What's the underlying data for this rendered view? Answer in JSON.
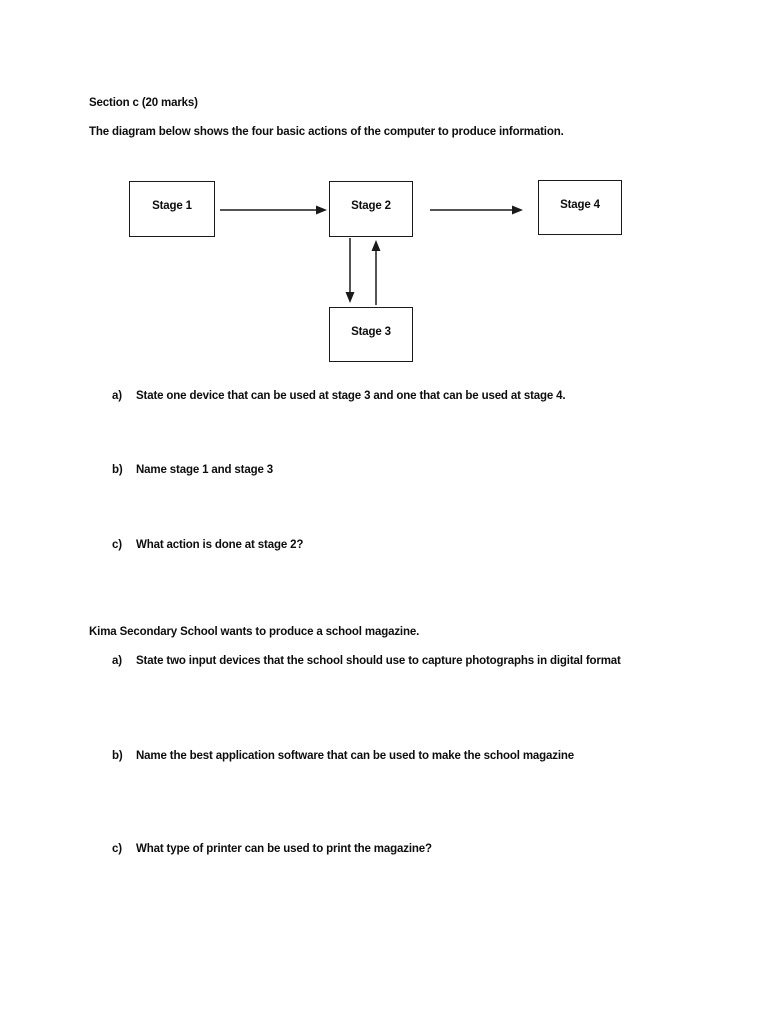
{
  "document": {
    "section_heading": "Section c (20 marks)",
    "intro_line": "The diagram below shows the four basic actions of the computer to produce information.",
    "scenario_line": "Kima Secondary School wants to produce a school magazine."
  },
  "diagram": {
    "nodes": [
      {
        "id": "stage1",
        "label": "Stage 1"
      },
      {
        "id": "stage2",
        "label": "Stage 2"
      },
      {
        "id": "stage3",
        "label": "Stage 3"
      },
      {
        "id": "stage4",
        "label": "Stage 4"
      }
    ],
    "edges": [
      {
        "from": "stage1",
        "to": "stage2",
        "direction": "right"
      },
      {
        "from": "stage2",
        "to": "stage4",
        "direction": "right"
      },
      {
        "from": "stage2",
        "to": "stage3",
        "direction": "down"
      },
      {
        "from": "stage3",
        "to": "stage2",
        "direction": "up"
      }
    ],
    "line_color": "#1a1a1a"
  },
  "questions_group_1": [
    {
      "marker": "a)",
      "text": "State one device that can be used at stage 3 and one that can be used at stage 4."
    },
    {
      "marker": "b)",
      "text": "Name stage 1 and stage 3"
    },
    {
      "marker": "c)",
      "text": "What action is done at stage 2?"
    }
  ],
  "questions_group_2": [
    {
      "marker": "a)",
      "text": "State two input devices that the school should use to capture photographs in digital format"
    },
    {
      "marker": "b)",
      "text": "Name the best application software that can be used to make the school magazine"
    },
    {
      "marker": "c)",
      "text": "What type of printer can be used to print the magazine?"
    }
  ]
}
